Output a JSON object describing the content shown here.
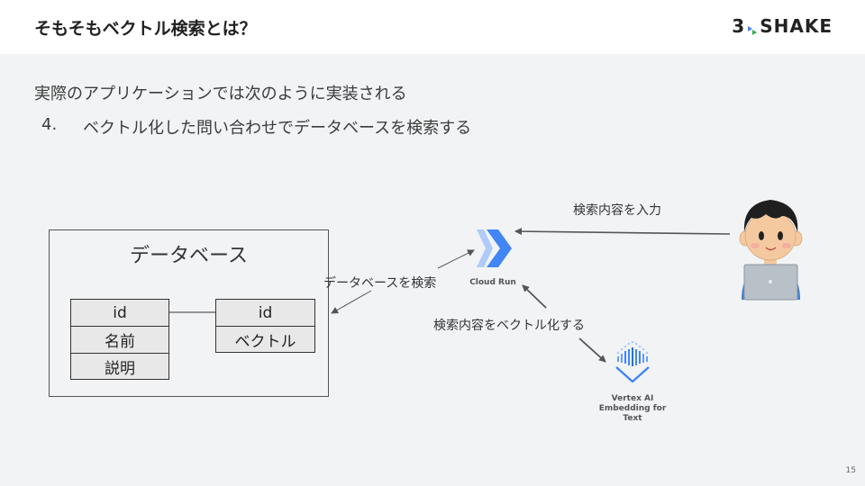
{
  "slide": {
    "title": "そもそもベクトル検索とは？",
    "logo": {
      "left": "3",
      "right": "SHAKE"
    },
    "lead": "実際のアプリケーションでは次のように実装される",
    "step_number": "4.",
    "step_text": "ベクトル化した問い合わせでデータベースを検索する",
    "page_number": "15"
  },
  "diagram": {
    "database_title": "データベース",
    "table_left": [
      "id",
      "名前",
      "説明"
    ],
    "table_right": [
      "id",
      "ベクトル"
    ],
    "label_search_db": "データベースを検索",
    "label_input_query": "検索内容を入力",
    "label_vectorize": "検索内容をベクトル化する",
    "cloud_run_caption": "Cloud Run",
    "vertex_caption_lines": [
      "Vertex AI",
      "Embedding for",
      "Text"
    ]
  },
  "colors": {
    "background": "#f1f3f4",
    "header": "#ffffff",
    "cloud_run_blue": "#4285f4",
    "logo_green": "#34a853",
    "logo_blue": "#4285f4"
  }
}
